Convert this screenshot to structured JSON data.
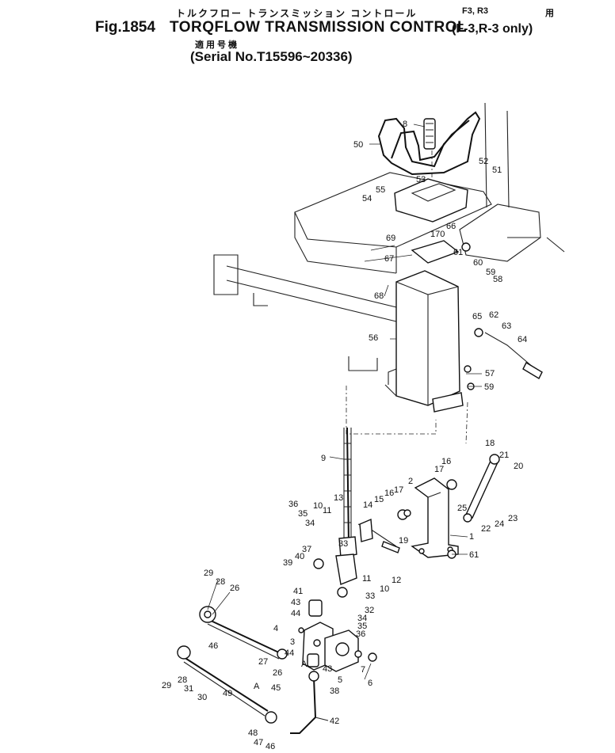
{
  "header": {
    "fig_number": "Fig.1854",
    "title_jp": "トルクフロー トランスミッション コントロール",
    "variant_jp": "F3, R3",
    "variant_jp_suffix": "用",
    "title_en": "TORQFLOW TRANSMISSION CONTROL",
    "variant_en": "(F-3,R-3 only)",
    "serial_jp": "適用号機",
    "serial_en": "(Serial No.T15596~20336)"
  },
  "callouts": [
    "8",
    "50",
    "52",
    "51",
    "53",
    "54",
    "55",
    "66",
    "170",
    "69",
    "61",
    "67",
    "60",
    "59",
    "58",
    "68",
    "65",
    "62",
    "63",
    "64",
    "56",
    "57",
    "59",
    "9",
    "18",
    "21",
    "20",
    "16",
    "17",
    "2",
    "16",
    "17",
    "15",
    "14",
    "13",
    "10",
    "11",
    "36",
    "35",
    "34",
    "25",
    "22",
    "24",
    "23",
    "19",
    "1",
    "61",
    "37",
    "33",
    "40",
    "39",
    "41",
    "43",
    "33",
    "11",
    "10",
    "12",
    "29",
    "28",
    "26",
    "44",
    "32",
    "34",
    "35",
    "36",
    "4",
    "3",
    "46",
    "27",
    "44",
    "7",
    "6",
    "26",
    "A",
    "43",
    "5",
    "29",
    "28",
    "31",
    "30",
    "45",
    "38",
    "49",
    "48",
    "47",
    "42",
    "46",
    "A"
  ]
}
